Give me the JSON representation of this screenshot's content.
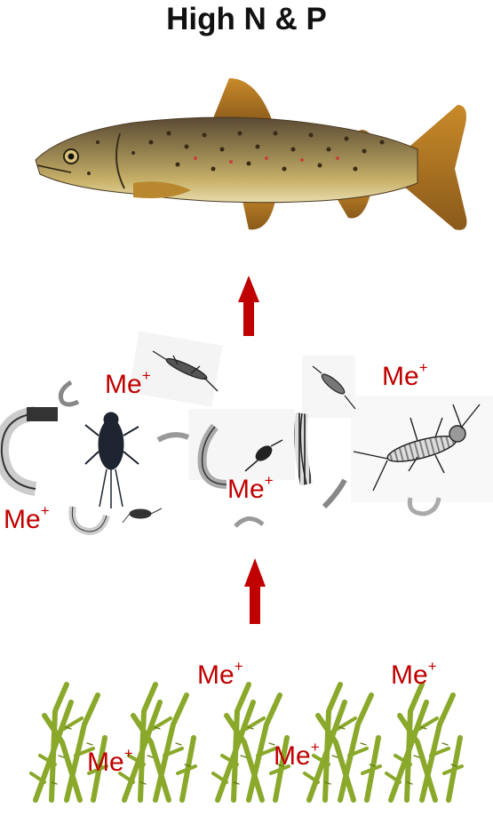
{
  "title": "High N & P",
  "metal_label": {
    "base": "Me",
    "charge": "+"
  },
  "arrow_color": "#c00000",
  "levels": [
    "fish",
    "invertebrates",
    "algae"
  ],
  "icons": [
    "brown-trout-icon",
    "aquatic-insect-larva-icons",
    "filamentous-algae-icons",
    "up-arrow-icon"
  ]
}
